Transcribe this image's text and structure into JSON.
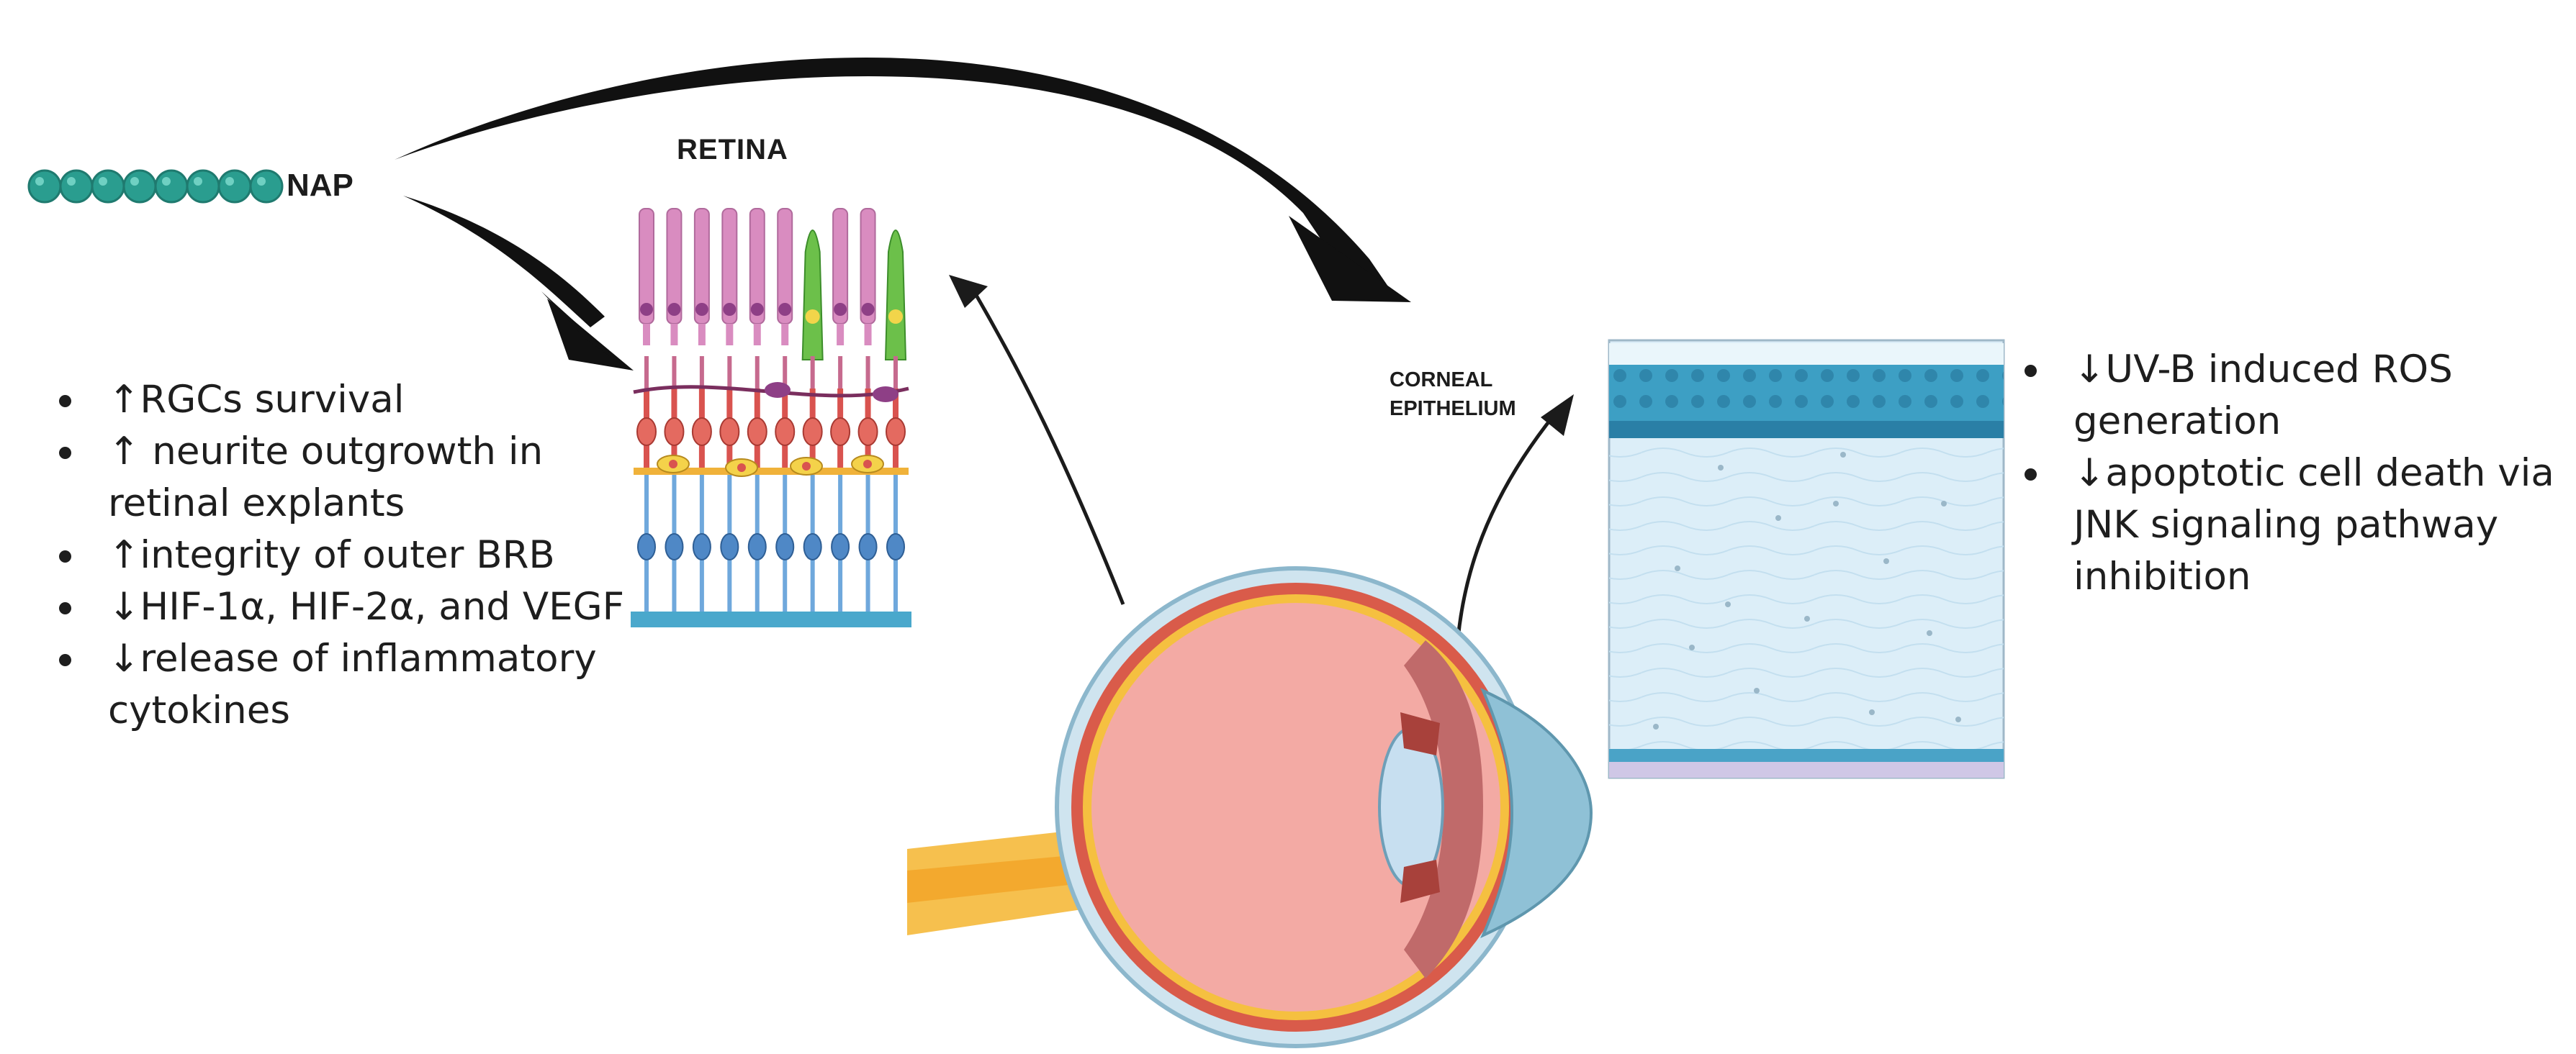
{
  "labels": {
    "nap": "NAP",
    "retina": "RETINA",
    "corneal": "CORNEAL EPITHELIUM"
  },
  "retina_effects": [
    {
      "text": "↑RGCs survival"
    },
    {
      "text": "↑ neurite outgrowth in retinal explants"
    },
    {
      "text": "↑integrity of outer BRB"
    },
    {
      "text": "↓HIF-1α, HIF-2α, and VEGF"
    },
    {
      "text": "↓release of inflammatory cytokines"
    }
  ],
  "cornea_effects": [
    {
      "text": "↓UV-B induced ROS generation"
    },
    {
      "text": "↓apoptotic cell death via JNK signaling pathway inhibition"
    }
  ],
  "colors": {
    "peptide_bead": "#2a9d8f",
    "arrow": "#111111",
    "rod": "#d98cc0",
    "cone": "#6cc04a",
    "bipolar": "#d9534f",
    "ganglion": "#6fa8dc",
    "nucleus_rod": "#8e3f86",
    "eyeball": "#f2a9a3",
    "sclera": "#d95b4a",
    "optic_nerve": "#f5b942",
    "cornea": "#7fb3c9",
    "corneal_epithelium": "#3a9bc1",
    "stroma": "#dceef8"
  }
}
